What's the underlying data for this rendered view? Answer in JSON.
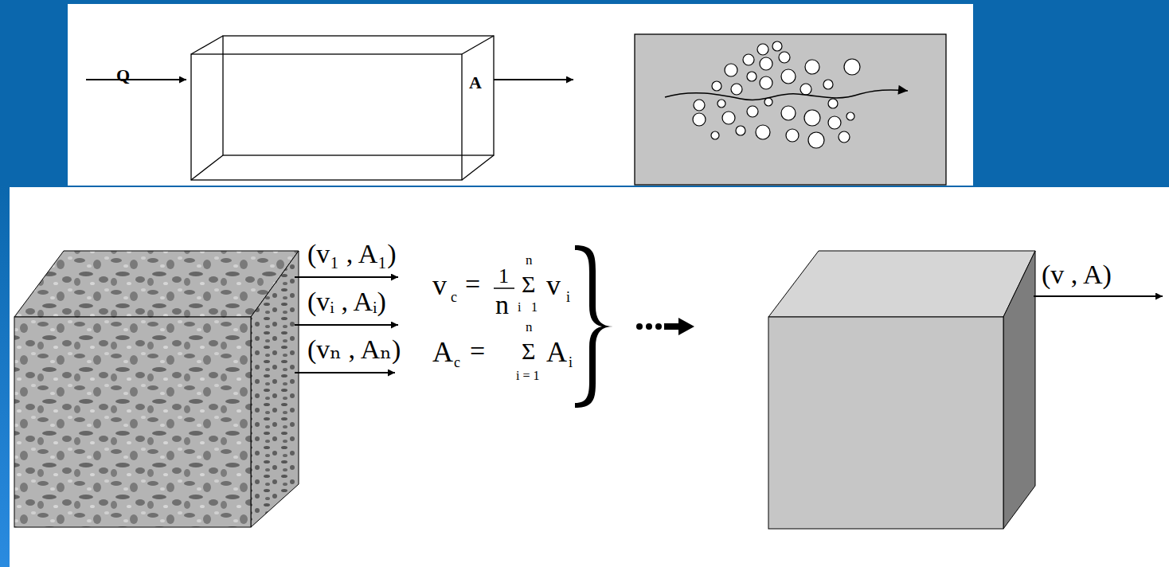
{
  "diagram": {
    "labels": [
      "Q",
      "A",
      "(v₁ , A₁)",
      "(vᵢ , Aᵢ)",
      "(vₙ , Aₙ)",
      "v",
      "c",
      "=",
      "1",
      "n",
      "Σ",
      "n",
      "i",
      "1",
      "v",
      "i",
      "A",
      "c",
      "=",
      "Σ",
      "n",
      "A",
      "i",
      "i = 1",
      "(v , A)"
    ]
  }
}
